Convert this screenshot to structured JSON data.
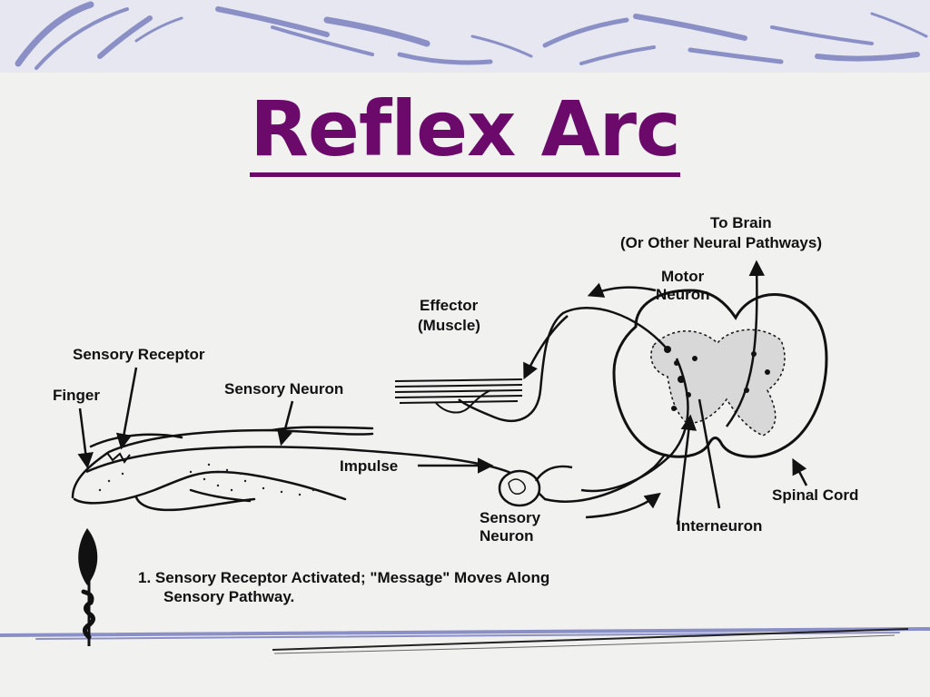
{
  "slide": {
    "title": "Reflex Arc",
    "title_color": "#6b0a6b",
    "accent_color": "#8a8fc6"
  },
  "labels": {
    "to_brain_1": "To Brain",
    "to_brain_2": "(Or Other Neural Pathways)",
    "motor_neuron_1": "Motor",
    "motor_neuron_2": "Neuron",
    "effector_1": "Effector",
    "effector_2": "(Muscle)",
    "sensory_receptor": "Sensory Receptor",
    "finger": "Finger",
    "sensory_neuron_top": "Sensory Neuron",
    "impulse": "Impulse",
    "sensory_neuron_ganglion_1": "Sensory",
    "sensory_neuron_ganglion_2": "Neuron",
    "spinal_cord": "Spinal Cord",
    "interneuron": "Interneuron"
  },
  "caption": {
    "line1": "1.  Sensory Receptor Activated; \"Message\" Moves Along",
    "line2": "Sensory Pathway."
  }
}
